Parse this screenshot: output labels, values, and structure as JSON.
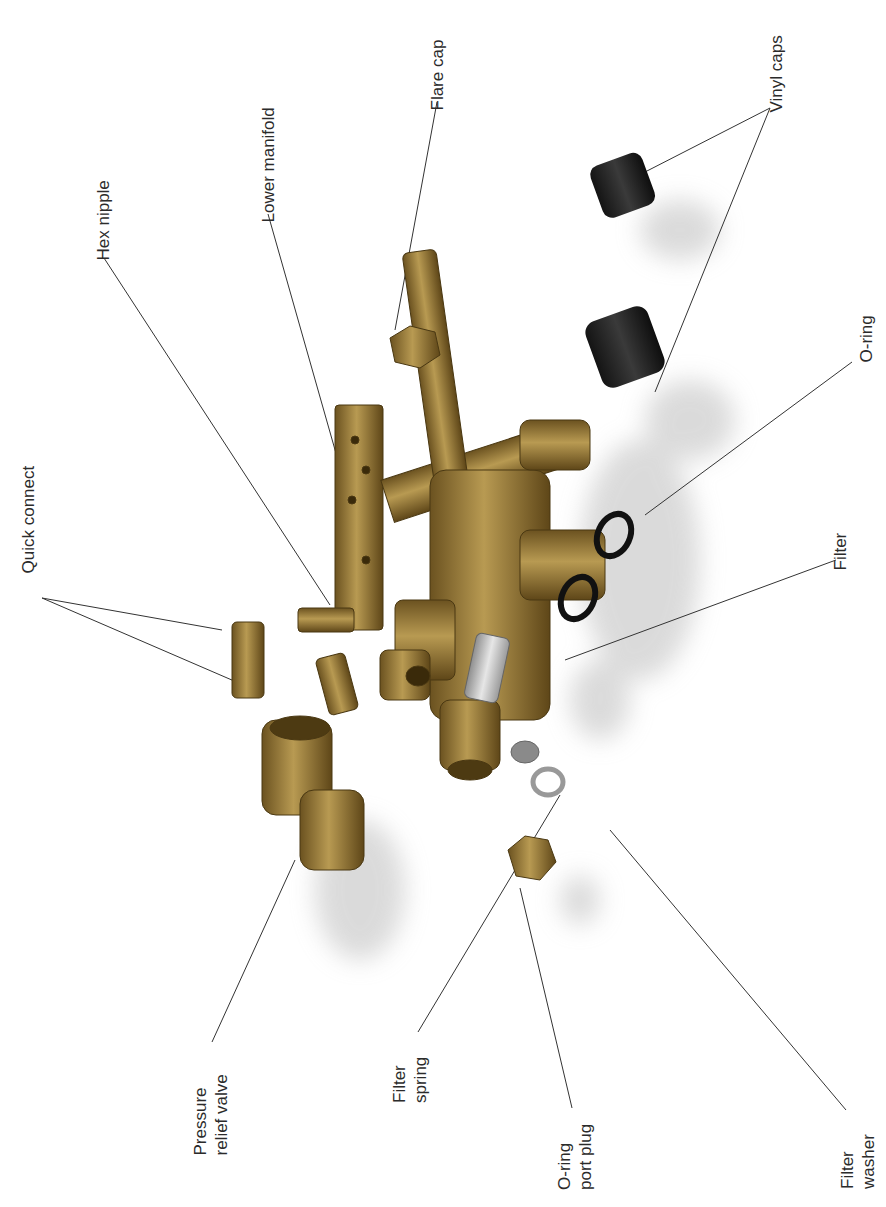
{
  "diagram": {
    "labels": [
      "Quick connect",
      "Hex nipple",
      "Lower manifold",
      "Flare cap",
      "Vinyl caps",
      "O-ring",
      "Filter",
      "Filter washer",
      "Filter spring",
      "O-ring port plug",
      "Pressure relief valve"
    ]
  }
}
